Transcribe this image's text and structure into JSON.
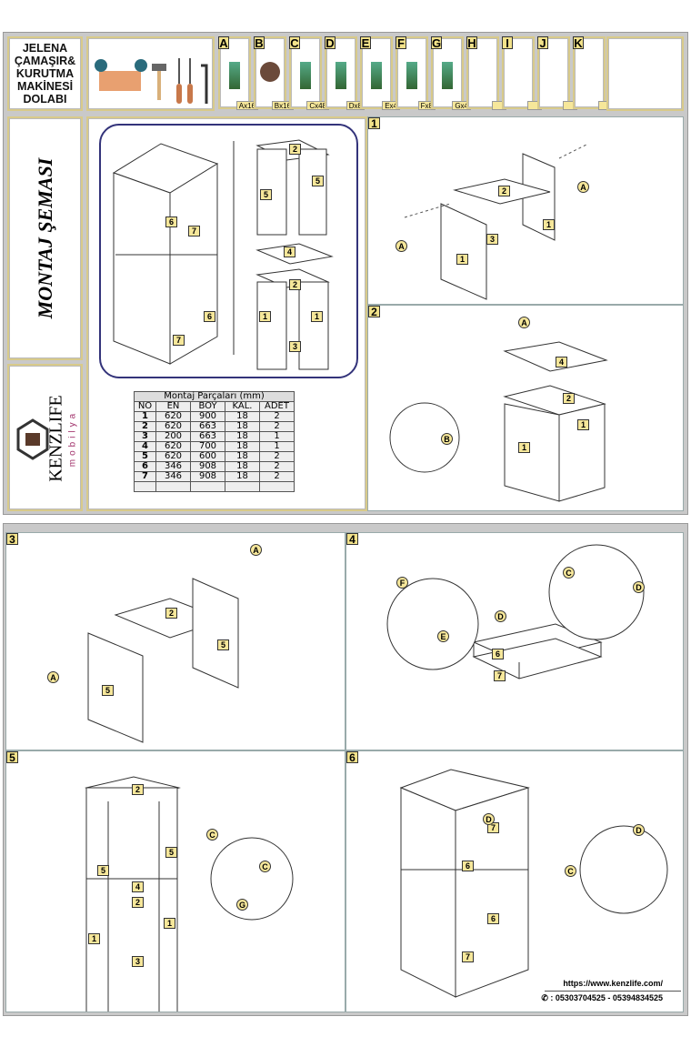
{
  "header": {
    "title": "JELENA ÇAMAŞIR& KURUTMA MAKİNESİ DOLABI",
    "hardware": [
      {
        "letter": "A",
        "qty": "Ax16",
        "icon": "long-screw-icon"
      },
      {
        "letter": "B",
        "qty": "Bx16",
        "icon": "cap-icon"
      },
      {
        "letter": "C",
        "qty": "Cx48",
        "icon": "short-screw-icon"
      },
      {
        "letter": "D",
        "qty": "Dx8",
        "icon": "hinge-icon"
      },
      {
        "letter": "E",
        "qty": "Ex4",
        "icon": "foot-icon"
      },
      {
        "letter": "F",
        "qty": "Fx8",
        "icon": "cam-bolt-icon"
      },
      {
        "letter": "G",
        "qty": "Gx4",
        "icon": "connector-icon"
      },
      {
        "letter": "H",
        "qty": ""
      },
      {
        "letter": "I",
        "qty": ""
      },
      {
        "letter": "J",
        "qty": ""
      },
      {
        "letter": "K",
        "qty": ""
      }
    ]
  },
  "side": {
    "vertical_title": "MONTAJ ŞEMASI",
    "brand": "KENZLIFE",
    "brand_sub": "mobilya"
  },
  "parts_table": {
    "caption": "Montaj Parçaları (mm)",
    "columns": [
      "NO",
      "EN",
      "BOY",
      "KAL.",
      "ADET"
    ],
    "rows": [
      [
        "1",
        "620",
        "900",
        "18",
        "2"
      ],
      [
        "2",
        "620",
        "663",
        "18",
        "2"
      ],
      [
        "3",
        "200",
        "663",
        "18",
        "1"
      ],
      [
        "4",
        "620",
        "700",
        "18",
        "1"
      ],
      [
        "5",
        "620",
        "600",
        "18",
        "2"
      ],
      [
        "6",
        "346",
        "908",
        "18",
        "2"
      ],
      [
        "7",
        "346",
        "908",
        "18",
        "2"
      ]
    ]
  },
  "overview": {
    "labels": [
      "7",
      "6",
      "6",
      "7",
      "2",
      "5",
      "5",
      "4",
      "2",
      "1",
      "1",
      "3"
    ]
  },
  "panels": [
    {
      "num": "1",
      "labels": [
        "2",
        "1",
        "1",
        "3",
        "A",
        "A"
      ]
    },
    {
      "num": "2",
      "labels": [
        "4",
        "2",
        "1",
        "1",
        "A",
        "B"
      ]
    },
    {
      "num": "3",
      "labels": [
        "2",
        "5",
        "5",
        "A",
        "A"
      ]
    },
    {
      "num": "4",
      "labels": [
        "6",
        "7",
        "F",
        "E",
        "C",
        "D",
        "D"
      ]
    },
    {
      "num": "5",
      "labels": [
        "2",
        "5",
        "5",
        "4",
        "2",
        "1",
        "1",
        "3",
        "C",
        "C",
        "G"
      ]
    },
    {
      "num": "6",
      "labels": [
        "7",
        "6",
        "6",
        "7",
        "D",
        "D",
        "C"
      ]
    }
  ],
  "footer": {
    "url": "https://www.kenzlife.com/",
    "phone": ": 05303704525 - 05394834525"
  }
}
